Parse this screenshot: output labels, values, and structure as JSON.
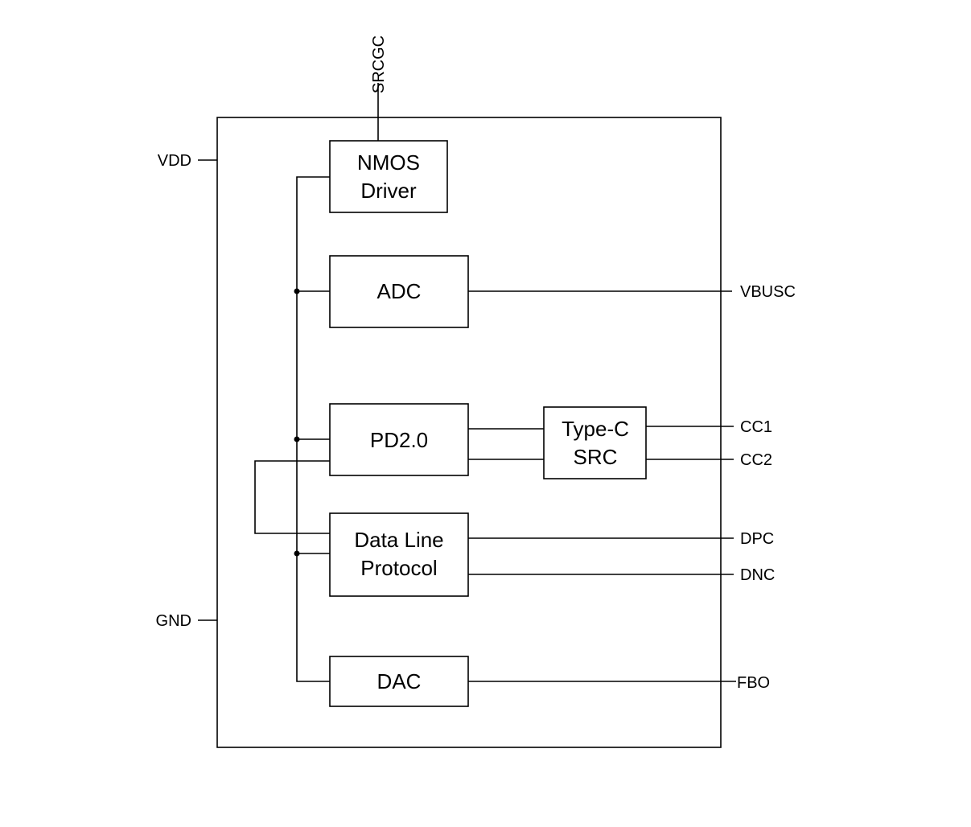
{
  "diagram": {
    "title": "",
    "blocks": {
      "nmos_driver": {
        "line1": "NMOS",
        "line2": "Driver"
      },
      "adc": {
        "label": "ADC"
      },
      "pd20": {
        "label": "PD2.0"
      },
      "typec_src": {
        "line1": "Type-C",
        "line2": "SRC"
      },
      "data_line_protocol": {
        "line1": "Data Line",
        "line2": "Protocol"
      },
      "dac": {
        "label": "DAC"
      }
    },
    "pins": {
      "srcgc": "SRCGC",
      "vdd": "VDD",
      "gnd": "GND",
      "vbusc": "VBUSC",
      "cc1": "CC1",
      "cc2": "CC2",
      "dpc": "DPC",
      "dnc": "DNC",
      "fbo": "FBO"
    }
  }
}
